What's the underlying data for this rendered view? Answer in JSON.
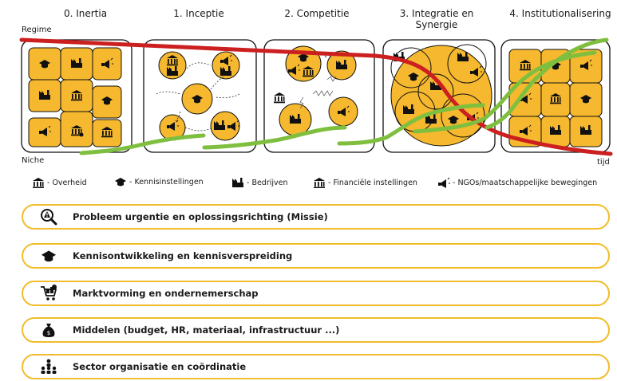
{
  "phases": [
    "0. Inertia",
    "1. Inceptie",
    "2. Competitie",
    "3. Integratie en Synergie",
    "4. Institutionalisering"
  ],
  "axis": {
    "regime": "Regime",
    "niche": "Niche",
    "time": "tijd"
  },
  "colors": {
    "regime_line": "#cc1f1f",
    "niche_line": "#7fbf3f",
    "actor_fill": "#f5b82e",
    "pill_border": "#f2bd2a"
  },
  "legend": [
    {
      "icon": "government-building-icon",
      "label": "- Overheid"
    },
    {
      "icon": "graduation-cap-icon",
      "label": "- Kennisinstellingen"
    },
    {
      "icon": "factory-icon",
      "label": "- Bedrijven"
    },
    {
      "icon": "bank-icon",
      "label": "- Financiële instellingen"
    },
    {
      "icon": "megaphone-icon",
      "label": "- NGOs/maatschappelijke bewegingen"
    }
  ],
  "functions": [
    {
      "icon": "magnifier-warning-icon",
      "label": "Probleem urgentie en oplossingsrichting (Missie)"
    },
    {
      "icon": "graduation-cap-icon",
      "label": "Kennisontwikkeling en kennisverspreiding"
    },
    {
      "icon": "shopping-cart-icon",
      "label": "Marktvorming en ondernemerschap"
    },
    {
      "icon": "money-bag-icon",
      "label": "Middelen (budget, HR, materiaal, infrastructuur ...)"
    },
    {
      "icon": "organization-icon",
      "label": "Sector organisatie en coördinatie"
    }
  ]
}
